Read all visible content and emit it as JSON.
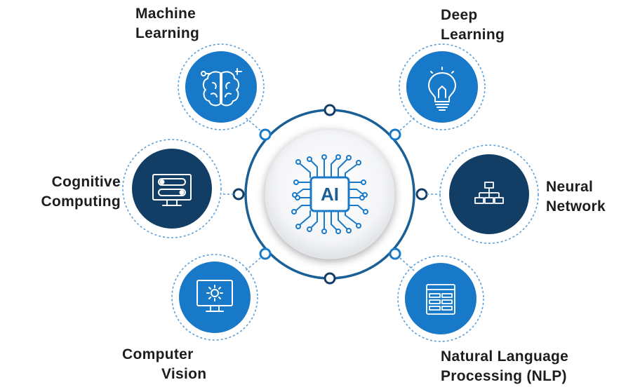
{
  "center": {
    "text": "AI"
  },
  "nodes": {
    "machine_learning": {
      "line1": "Machine",
      "line2": "Learning",
      "icon": "brain-icon"
    },
    "deep_learning": {
      "line1": "Deep",
      "line2": "Learning",
      "icon": "lightbulb-icon"
    },
    "cognitive_computing": {
      "line1": "Cognitive",
      "line2": "Computing",
      "icon": "monitor-toggle-icon"
    },
    "neural_network": {
      "line1": "Neural",
      "line2": "Network",
      "icon": "network-tree-icon"
    },
    "computer_vision": {
      "line1": "Computer",
      "line2": "Vision",
      "icon": "monitor-gear-icon"
    },
    "nlp": {
      "line1": "Natural Language",
      "line2": "Processing (NLP)",
      "icon": "document-grid-icon"
    }
  },
  "colors": {
    "ring": "#1a5f95",
    "light_blue": "#1879c8",
    "dark_blue": "#123e66",
    "text": "#1d1d1f",
    "dash": "#5e9fd6"
  }
}
